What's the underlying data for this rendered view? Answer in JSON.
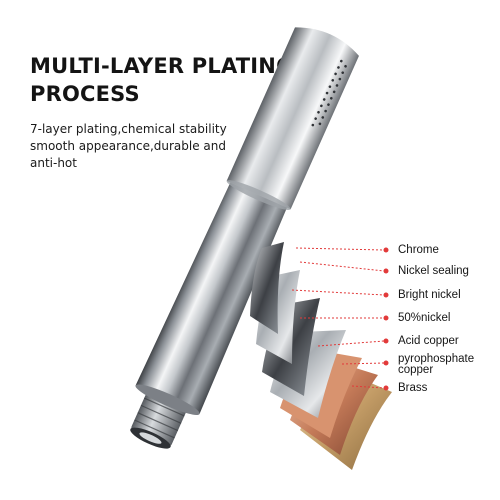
{
  "heading": {
    "title_lines": [
      "MULTI-LAYER PLATING",
      "PROCESS"
    ],
    "description_lines": [
      "7-layer plating,chemical stability",
      "smooth appearance,durable and",
      "anti-hot"
    ]
  },
  "layers": [
    {
      "label": "Chrome"
    },
    {
      "label": "Nickel sealing"
    },
    {
      "label": "Bright nickel"
    },
    {
      "label": "50%nickel"
    },
    {
      "label": "Acid copper"
    },
    {
      "label_lines": [
        "pyrophosphate",
        "copper"
      ]
    },
    {
      "label": "Brass"
    }
  ],
  "colors": {
    "leader_line": "#e23a3a",
    "text": "#161616",
    "chrome": "#c8ccd0",
    "copper": "#c98262",
    "brass": "#c9a774"
  }
}
